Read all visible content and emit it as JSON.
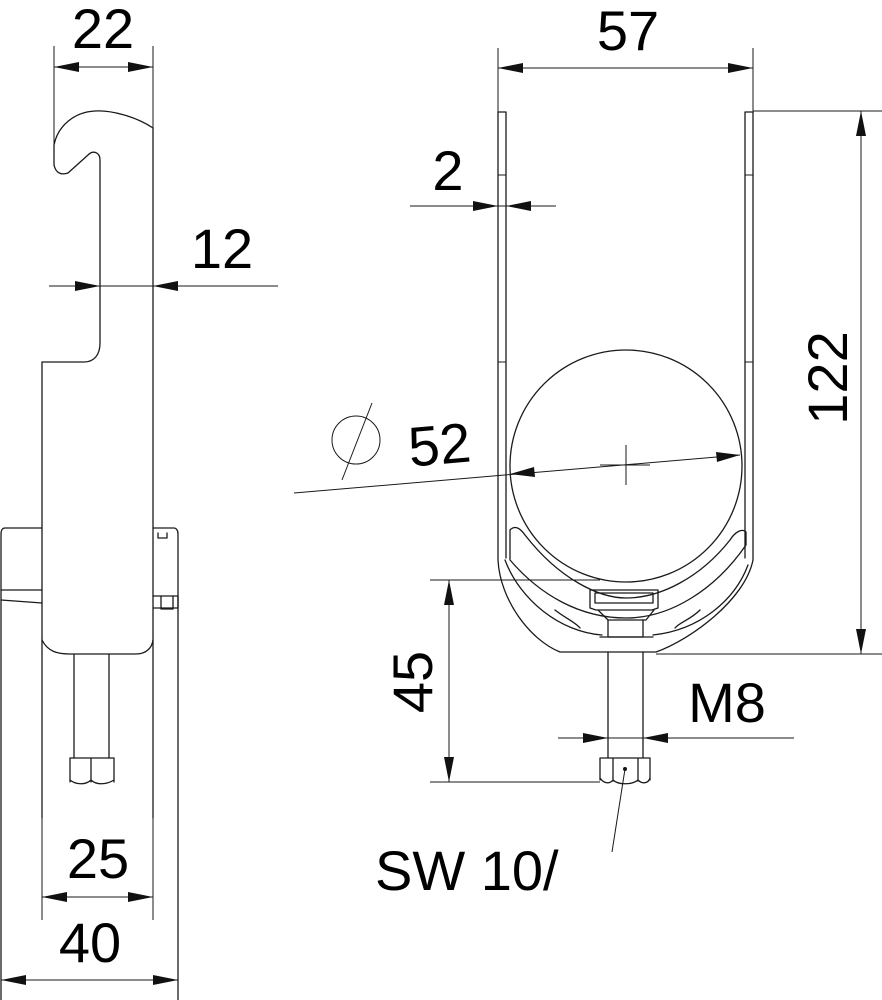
{
  "drawing": {
    "title": "Cable clamp bracket technical drawing",
    "line_color": "#1a1a1a",
    "background": "#ffffff",
    "side_view": {
      "dimensions": {
        "hook_width": "22",
        "slot_width": "12",
        "inner_width": "25",
        "overall_width": "40"
      }
    },
    "front_view": {
      "dimensions": {
        "outer_width": "57",
        "wall_thickness": "2",
        "height": "122",
        "diameter_symbol": "⌀",
        "diameter": "52",
        "bolt_length": "45",
        "thread": "M8",
        "wrench_size": "SW 10/"
      }
    }
  }
}
